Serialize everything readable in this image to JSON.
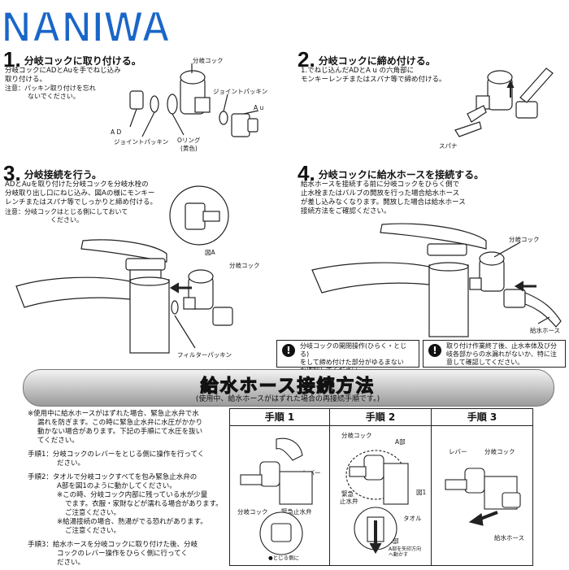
{
  "brand": "NANIWA",
  "steps": [
    {
      "num": "1.",
      "title": "分岐コックに取り付ける。",
      "text1": "分岐コックにADとAuを手でねじ込み",
      "text2": "取り付ける。",
      "note1": "注意：パッキン取り付けを忘れ",
      "note2": "ないでください。",
      "labels": {
        "cock": "分岐コック",
        "packing_top": "ジョイントパッキン",
        "au": "A u",
        "ad": "A D",
        "packing_bottom": "ジョイントパッキン",
        "oring": "Oリング",
        "oring_color": "(黄色)"
      }
    },
    {
      "num": "2.",
      "title": "分岐コックに締め付ける。",
      "text1": "1.でねじ込んだADとA u の六角部に",
      "text2": "モンキーレンチまたはスパナ等で締め付ける。",
      "labels": {
        "spanner": "スパナ"
      }
    },
    {
      "num": "3.",
      "title": "分岐接続を行う。",
      "text1": "ADとAuを取り付けた分岐コックを分岐水栓の",
      "text2": "分岐取り出し口にねじ込み、図Aの様にモンキー",
      "text3": "レンチまたはスパナ等でしっかりと締め付ける。",
      "note1": "注意：分岐コックはとじる側にしておいて",
      "note2": "ください。",
      "labels": {
        "fig": "図A",
        "cock": "分岐コック",
        "filter": "フィルターパッキン"
      }
    },
    {
      "num": "4.",
      "title": "分岐コックに給水ホースを接続する。",
      "text1": "給水ホースを接続する前に分岐コックをひらく側で",
      "text2": "止水栓またはバルブの開放を行った場合給水ホース",
      "text3": "が差し込みなくなります。開放した場合は給水ホース",
      "text4": "接続方法をご確認ください。",
      "labels": {
        "cock": "分岐コック",
        "hose": "給水ホース"
      }
    }
  ],
  "warnings": [
    {
      "icon": "!",
      "line1": "分岐コックの開閉操作(ひらく・とじる)",
      "line2": "をして締め付けた部分がゆるまない",
      "line3": "か確認してください。"
    },
    {
      "icon": "!",
      "line1": "取り付け作業終了後、止水本体及び分",
      "line2": "岐各部からの水漏れがないか、特に注",
      "line3": "意して確認してください。"
    }
  ],
  "banner": {
    "title": "給水ホース接続方法",
    "subtitle": "(使用中、給水ホースがはずれた場合の再接続手順です。)"
  },
  "instructions": {
    "intro": [
      "※使用中に給水ホースがはずれた場合、緊急止水弁で水",
      "漏れを防ぎます。この時に緊急止水弁に水圧がかかり",
      "動かない場合があります。下記の手順にて水圧を抜い",
      "てください。"
    ],
    "step1": [
      "手順1：分岐コックのレバーをとじる側に操作を行ってく",
      "ださい。"
    ],
    "step2": [
      "手順2：タオルで分岐コックすべてを包み緊急止水弁の",
      "A部を図1のように動かしてください。",
      "※この時、分岐コック内部に残っている水が少量",
      "でます。衣服・家財などが濡れる場合があります。",
      "ご注意ください。",
      "※給湯接続の場合、熱湯がでる恐れがあります。",
      "ご注意ください。"
    ],
    "step3": [
      "手順3：給水ホースを分岐コックに取り付けた後、分岐",
      "コックのレバー操作をひらく側に行ってく",
      "ださい。"
    ]
  },
  "procedures": [
    {
      "title": "手順 1",
      "labels": {
        "lever": "レバー",
        "cock": "分岐コック",
        "valve": "緊急止水弁",
        "close": "●とじる側に"
      }
    },
    {
      "title": "手順 2",
      "labels": {
        "cock": "分岐コック",
        "a": "A部",
        "valve1": "緊急",
        "valve2": "止水弁",
        "fig": "図1",
        "towel": "タオル",
        "a2": "A部",
        "move": "A部を矢印方向へ動かす"
      }
    },
    {
      "title": "手順 3",
      "labels": {
        "lever": "レバー",
        "cock": "分岐コック",
        "hose": "給水ホース"
      }
    }
  ]
}
